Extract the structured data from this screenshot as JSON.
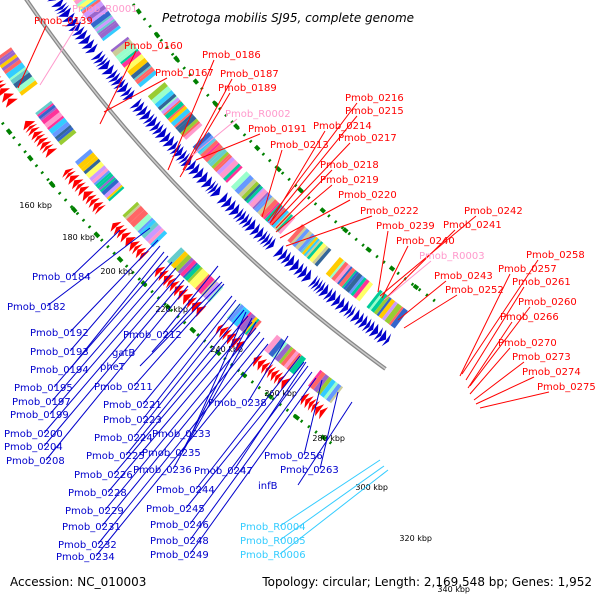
{
  "title": "Petrotoga mobilis SJ95, complete genome",
  "footer": {
    "accession": "Accession: NC_010003",
    "summary": "Topology: circular; Length: 2,169,548 bp; Genes: 1,952"
  },
  "colors": {
    "cds_forward": "#ff0000",
    "cds_reverse": "#0000cc",
    "rna": "#ff99cc",
    "trna": "#33ccff",
    "backbone": "#888888",
    "gc_dots": "#008000"
  },
  "ticks": [
    "160 kbp",
    "180 kbp",
    "200 kbp",
    "220 kbp",
    "240 kbp",
    "260 kbp",
    "280 kbp",
    "300 kbp",
    "320 kbp",
    "340 kbp"
  ],
  "labels_top": [
    {
      "text": "Pmob_0139",
      "kind": "cds_forward"
    },
    {
      "text": "Pmob_R0001",
      "kind": "rna"
    },
    {
      "text": "Pmob_0160",
      "kind": "cds_forward"
    },
    {
      "text": "Pmob_0186",
      "kind": "cds_forward"
    },
    {
      "text": "Pmob_0167",
      "kind": "cds_forward"
    },
    {
      "text": "Pmob_0187",
      "kind": "cds_forward"
    },
    {
      "text": "Pmob_0189",
      "kind": "cds_forward"
    },
    {
      "text": "Pmob_R0002",
      "kind": "rna"
    },
    {
      "text": "Pmob_0191",
      "kind": "cds_forward"
    },
    {
      "text": "Pmob_0216",
      "kind": "cds_forward"
    },
    {
      "text": "Pmob_0215",
      "kind": "cds_forward"
    },
    {
      "text": "Pmob_0214",
      "kind": "cds_forward"
    },
    {
      "text": "Pmob_0217",
      "kind": "cds_forward"
    },
    {
      "text": "Pmob_0213",
      "kind": "cds_forward"
    },
    {
      "text": "Pmob_0218",
      "kind": "cds_forward"
    },
    {
      "text": "Pmob_0219",
      "kind": "cds_forward"
    },
    {
      "text": "Pmob_0220",
      "kind": "cds_forward"
    },
    {
      "text": "Pmob_0222",
      "kind": "cds_forward"
    },
    {
      "text": "Pmob_0242",
      "kind": "cds_forward"
    },
    {
      "text": "Pmob_0239",
      "kind": "cds_forward"
    },
    {
      "text": "Pmob_0241",
      "kind": "cds_forward"
    },
    {
      "text": "Pmob_0240",
      "kind": "cds_forward"
    },
    {
      "text": "Pmob_R0003",
      "kind": "rna"
    },
    {
      "text": "Pmob_0258",
      "kind": "cds_forward"
    },
    {
      "text": "Pmob_0257",
      "kind": "cds_forward"
    },
    {
      "text": "Pmob_0243",
      "kind": "cds_forward"
    },
    {
      "text": "Pmob_0261",
      "kind": "cds_forward"
    },
    {
      "text": "Pmob_0252",
      "kind": "cds_forward"
    },
    {
      "text": "Pmob_0260",
      "kind": "cds_forward"
    },
    {
      "text": "Pmob_0266",
      "kind": "cds_forward"
    },
    {
      "text": "Pmob_0270",
      "kind": "cds_forward"
    },
    {
      "text": "Pmob_0273",
      "kind": "cds_forward"
    },
    {
      "text": "Pmob_0274",
      "kind": "cds_forward"
    },
    {
      "text": "Pmob_0275",
      "kind": "cds_forward"
    }
  ],
  "labels_bottom": [
    {
      "text": "Pmob_0184",
      "kind": "cds_reverse"
    },
    {
      "text": "Pmob_0182",
      "kind": "cds_reverse"
    },
    {
      "text": "Pmob_0192",
      "kind": "cds_reverse"
    },
    {
      "text": "Pmob_0212",
      "kind": "cds_reverse"
    },
    {
      "text": "Pmob_0193",
      "kind": "cds_reverse"
    },
    {
      "text": "gatB",
      "kind": "cds_reverse"
    },
    {
      "text": "Pmob_0194",
      "kind": "cds_reverse"
    },
    {
      "text": "pheT",
      "kind": "cds_reverse"
    },
    {
      "text": "Pmob_0195",
      "kind": "cds_reverse"
    },
    {
      "text": "Pmob_0211",
      "kind": "cds_reverse"
    },
    {
      "text": "Pmob_0197",
      "kind": "cds_reverse"
    },
    {
      "text": "Pmob_0221",
      "kind": "cds_reverse"
    },
    {
      "text": "Pmob_0238",
      "kind": "cds_reverse"
    },
    {
      "text": "Pmob_0199",
      "kind": "cds_reverse"
    },
    {
      "text": "Pmob_0223",
      "kind": "cds_reverse"
    },
    {
      "text": "Pmob_0200",
      "kind": "cds_reverse"
    },
    {
      "text": "Pmob_0233",
      "kind": "cds_reverse"
    },
    {
      "text": "Pmob_0224",
      "kind": "cds_reverse"
    },
    {
      "text": "Pmob_0204",
      "kind": "cds_reverse"
    },
    {
      "text": "Pmob_0235",
      "kind": "cds_reverse"
    },
    {
      "text": "Pmob_0225",
      "kind": "cds_reverse"
    },
    {
      "text": "Pmob_0256",
      "kind": "cds_reverse"
    },
    {
      "text": "Pmob_0208",
      "kind": "cds_reverse"
    },
    {
      "text": "Pmob_0236",
      "kind": "cds_reverse"
    },
    {
      "text": "Pmob_0247",
      "kind": "cds_reverse"
    },
    {
      "text": "Pmob_0263",
      "kind": "cds_reverse"
    },
    {
      "text": "Pmob_0226",
      "kind": "cds_reverse"
    },
    {
      "text": "infB",
      "kind": "cds_reverse"
    },
    {
      "text": "Pmob_0244",
      "kind": "cds_reverse"
    },
    {
      "text": "Pmob_0228",
      "kind": "cds_reverse"
    },
    {
      "text": "Pmob_0229",
      "kind": "cds_reverse"
    },
    {
      "text": "Pmob_0245",
      "kind": "cds_reverse"
    },
    {
      "text": "Pmob_R0004",
      "kind": "trna"
    },
    {
      "text": "Pmob_0231",
      "kind": "cds_reverse"
    },
    {
      "text": "Pmob_0246",
      "kind": "cds_reverse"
    },
    {
      "text": "Pmob_R0005",
      "kind": "trna"
    },
    {
      "text": "Pmob_0232",
      "kind": "cds_reverse"
    },
    {
      "text": "Pmob_0248",
      "kind": "cds_reverse"
    },
    {
      "text": "Pmob_R0006",
      "kind": "trna"
    },
    {
      "text": "Pmob_0234",
      "kind": "cds_reverse"
    },
    {
      "text": "Pmob_0249",
      "kind": "cds_reverse"
    }
  ]
}
